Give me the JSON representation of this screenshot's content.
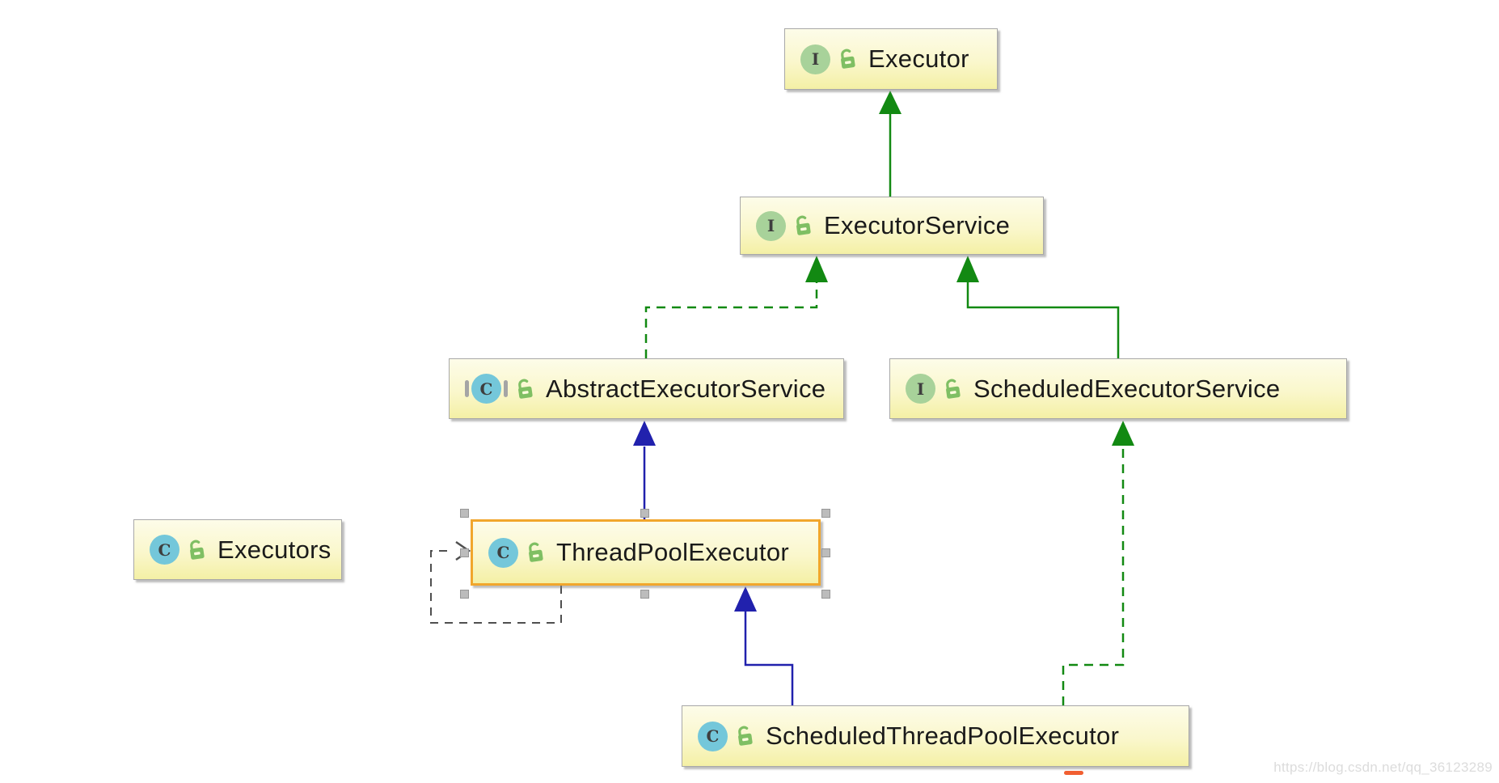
{
  "diagram": {
    "type": "uml-class-diagram",
    "nodes": [
      {
        "id": "executor",
        "label": "Executor",
        "kind": "interface",
        "icon_letter": "I",
        "selected": false
      },
      {
        "id": "executor-service",
        "label": "ExecutorService",
        "kind": "interface",
        "icon_letter": "I",
        "selected": false
      },
      {
        "id": "abstract-executor-service",
        "label": "AbstractExecutorService",
        "kind": "abstract-class",
        "icon_letter": "C",
        "selected": false
      },
      {
        "id": "scheduled-executor-service",
        "label": "ScheduledExecutorService",
        "kind": "interface",
        "icon_letter": "I",
        "selected": false
      },
      {
        "id": "thread-pool-executor",
        "label": "ThreadPoolExecutor",
        "kind": "class",
        "icon_letter": "C",
        "selected": true
      },
      {
        "id": "executors",
        "label": "Executors",
        "kind": "class",
        "icon_letter": "C",
        "selected": false
      },
      {
        "id": "scheduled-thread-pool-executor",
        "label": "ScheduledThreadPoolExecutor",
        "kind": "class",
        "icon_letter": "C",
        "selected": false
      }
    ],
    "edges": [
      {
        "from": "ExecutorService",
        "to": "Executor",
        "relation": "extends",
        "line": "solid",
        "color": "green"
      },
      {
        "from": "AbstractExecutorService",
        "to": "ExecutorService",
        "relation": "implements",
        "line": "dashed",
        "color": "green"
      },
      {
        "from": "ScheduledExecutorService",
        "to": "ExecutorService",
        "relation": "extends",
        "line": "solid",
        "color": "green"
      },
      {
        "from": "ThreadPoolExecutor",
        "to": "AbstractExecutorService",
        "relation": "extends",
        "line": "solid",
        "color": "blue"
      },
      {
        "from": "ScheduledThreadPoolExecutor",
        "to": "ThreadPoolExecutor",
        "relation": "extends",
        "line": "solid",
        "color": "blue"
      },
      {
        "from": "ScheduledThreadPoolExecutor",
        "to": "ScheduledExecutorService",
        "relation": "implements",
        "line": "dashed",
        "color": "green"
      },
      {
        "from": "ThreadPoolExecutor",
        "to": "ThreadPoolExecutor",
        "relation": "dependency",
        "line": "dashed",
        "color": "gray"
      }
    ],
    "selected_node": "ThreadPoolExecutor"
  },
  "colors": {
    "edge_green": "#128912",
    "edge_blue": "#2121ad",
    "edge_gray": "#4f4f4f",
    "node_border": "#a8a8a8",
    "selected_border": "#f1a62c",
    "node_fill_top": "#fdfce9",
    "node_fill_bottom": "#f4f0a5",
    "interface_icon": "#a8d29a",
    "class_icon": "#74c7da",
    "lock_icon": "#7fbf63",
    "label_text": "#1a1a1a",
    "handle_fill": "#bcbcbc",
    "red_mark": "#f15f31",
    "watermark_text": "#dcdcdc"
  },
  "watermark": {
    "text": "https://blog.csdn.net/qq_36123289"
  }
}
